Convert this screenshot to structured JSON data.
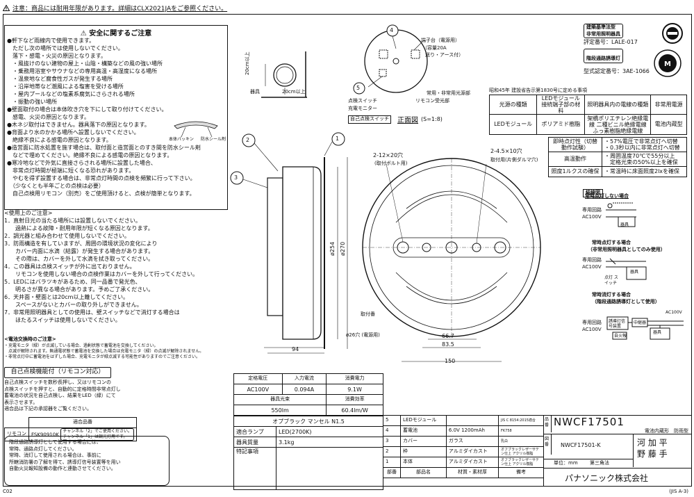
{
  "top_note": "注意：商品には耐用年限があります。詳細はCLX2021JAをご参照ください。",
  "safety": {
    "title": "安全に関するご注意",
    "lines": [
      "●軒下など雨線内で使用できます。",
      "　ただし次の場所では使用しないでください。",
      "　落下・感電・火災の原因となります。",
      "　・風抜けのない建物の屋上・山陰・構築などの風の強い場所",
      "　・乗務用浴室やサウナなどの専用高温・高湿度になる場所",
      "　・温泉地など腐食性ガスが発生する場所",
      "　・沿岸地帯など潮風による塩害を受ける場所",
      "　・屋内プールなどの塩素系腐気にさらされる場所",
      "　・振動の強い場所",
      "●壁面取付の場合は本体吹き穴を下にして取り付けてください。",
      "　感電、火災の原因となります。",
      "●木ネジ取付はできません。器具落下の原因となります。",
      "●背面より水のかかる場所へ設置しないでください。",
      "　絶縁不良による感電の原因となります。",
      "●造営面に防水処置を施す場合は、取付面と造営面とのすき間を防水シール剤",
      "　などで埋めてください。絶縁不良による感電の原因となります。",
      "●寒冷地などで外気に直接さらされる場所に設置した場合、",
      "　非常点灯時間が極端に短くなる恐れがあります。",
      "　やむを得ず設置する場合は、非常点灯時間の点検を頻繁に行って下さい。",
      "　（少なくとも半年ごとの点検は必要）",
      "　自己点検用リモコン（別売）をご使用頂けると、点検が簡単となります。"
    ],
    "gasket_label_1": "本体パッキン",
    "gasket_label_2": "防水シール剤"
  },
  "usage": {
    "title": "<使用上のご注意>",
    "lines": [
      "1．直射日光の当たる場所には設置しないでください。",
      "　　過熱による故障・耐用年限が短くなる原因となります。",
      "2．調光器と組み合わせて使用しないでください。",
      "3．防雨構造を有していますが、周囲の環境状況の変化により",
      "　　カバー内面に水滴（結露）が発生する場合があります。",
      "　　その際は、カバーを外して水滴を拭き取ってください。",
      "4．この器具は点検スイッチが外に出ておりません。",
      "　　リモコンを使用しない場合の点検作業はカバーを外して行ってください。",
      "5．LEDにはバラツキがあるため、同一品番で発光色、",
      "　　明るさが異なる場合があります。予めご了承ください。",
      "6．天井面・壁面とは20cm以上離してください。",
      "　　スペースがないとカバーの取り外しができません。",
      "7．非常用照明器具としての使用は、壁スイッチなどで消灯する場合は",
      "　　ほたるスイッチは使用しないでください。"
    ]
  },
  "battery_note": {
    "title": "<電池交換時のご注意>",
    "lines": [
      "・充電モニタ（緑）が点滅している場合、過剰状態で蓄電池を交換してください。",
      "　点滅が解除されます。無通電状態で蓄電池を交換した場合は充電モニタ（緑）の点滅が解除されません。",
      "・非常点灯中に蓄電池をはずした場合、充電モニタが緑点滅する可能性がありますのでご注意ください。"
    ]
  },
  "self_check": {
    "title": "自己点検機能付（リモコン対応）",
    "lines": [
      "自己点検スイッチを数秒長押し、又はリモコンの",
      "点検スイッチを押すと、自動的に定格時間非常点灯し",
      "蓄電池の状況を自己点検し、結果をLED（緑）にて",
      "表示させます。",
      "適合品は下記の承認器をご覧ください。"
    ],
    "remote_head": "適合品番",
    "remote_label": "リモコン",
    "remote_model": "FSK90910K",
    "remote_ch_1": "チャンネル「2」でご使用ください。",
    "remote_ch_2": "チャンネル「1」は調光灯用です。"
  },
  "footnote": {
    "lines": [
      "階段通路誘導灯として使用する場合には、",
      "常時、通路点灯してください。",
      "常時、消灯して使用される場合は、事前に",
      "所轄消防署の了解を得て、誘導灯信号装置等を用い",
      "自動火災報知設備の動作と連動させてください。"
    ]
  },
  "spec": {
    "h_voltage": "定格電圧",
    "h_current": "入力電流",
    "h_power": "消費電力",
    "voltage": "AC100V",
    "current": "0.094A",
    "power": "9.1W",
    "h_flux": "器具光束",
    "h_eff": "消費効率",
    "flux": "550lm",
    "eff": "60.4lm/W",
    "option_label": "オプブラック マンセル N1.5",
    "lamp_label": "適合ランプ",
    "lamp": "LED(2700K)",
    "weight_label": "器具質量",
    "weight": "3.1kg",
    "notes_label": "特記事項"
  },
  "parts": {
    "rows": [
      {
        "no": "5",
        "name": "LEDモジュール",
        "mat": "",
        "note": "JIS C 8154:2015適合"
      },
      {
        "no": "4",
        "name": "蓄電池",
        "mat": "6.0V 1200mAh",
        "note": "FK758"
      },
      {
        "no": "3",
        "name": "カバー",
        "mat": "ガラス",
        "note": "乳白"
      },
      {
        "no": "2",
        "name": "枠",
        "mat": "アルミダイカスト",
        "note": "オフブラックレザーサテン仕上 アクリル樹脂"
      },
      {
        "no": "1",
        "name": "本体",
        "mat": "アルミダイカスト",
        "note": "オフブラックレザーサテン仕上 アクリル樹脂"
      }
    ],
    "h_no": "部番",
    "h_name": "部品名",
    "h_mat": "材質・素材厚",
    "h_note": "備考",
    "h_partno": "品番",
    "h_figno": "図番"
  },
  "title_block": {
    "model": "NWCF17501",
    "type": "電池内蔵形　防雨型",
    "fig_no": "NWCF17501-K",
    "sign1": "河 加 平",
    "sign2": "野 藤 手",
    "unit": "単位：mm",
    "method": "第三角法",
    "company": "パナソニック株式会社"
  },
  "cert": {
    "box1_l1": "建築基準法型",
    "box1_l2": "非常用照明器具",
    "box1_no": "評定番号：LALE-017",
    "box2": "階段通路誘導灯",
    "box2_no": "型式認定番号：3AE-1066"
  },
  "law": {
    "title": "昭和45年 建設省告示第1830号に定める事項",
    "h_type": "光源の種類",
    "h_mat": "LEDモジュール接続端子部の材料",
    "h_wire": "照明器具内の電線の種類",
    "h_emerg": "非常用電源",
    "type": "LEDモジュール",
    "mat": "ポリアミド樹脂",
    "wire": "架橋ポリエチレン絶縁電線 二種ビニル絶縁電線 ふっ素樹脂絶縁電線",
    "emerg": "電池内蔵型"
  },
  "perf": {
    "r1_label": "即時点灯性（切替動作試験）",
    "r1_a": "・57%電圧で非常点灯へ切替",
    "r1_b": "・0.3秒以内に非常点灯へ切替",
    "r2_label": "高温動作",
    "r2_a": "・周囲温度70℃で55分以上",
    "r2_b": "　定格光束の50%以上を確保",
    "r3_label": "照度1ルクスの確保",
    "r3_a": "・常温時に床面照度2lxを確保"
  },
  "wiring": {
    "title": "結線図",
    "d1": "常時点灯しない場合",
    "d2a": "常時点灯する場合",
    "d2b": "（非常用照明器具としてのみ使用）",
    "d3a": "常時消灯する場合",
    "d3b": "（階段通路誘導灯として使用）",
    "power": "専用回路 AC100V",
    "power_r": "AC100V",
    "switch": "点灯 スイッチ",
    "eq": "器具",
    "relay": "中継器",
    "signal": "誘導灯信号装置",
    "fire": "自火報"
  },
  "drawing": {
    "dim_20cm_v": "20cm以上",
    "dim_20cm_h": "20cm以上",
    "fixture": "器具",
    "callout_4": "4",
    "callout_5": "5",
    "callout_1": "1",
    "callout_2": "2",
    "callout_3": "3",
    "terminal": "端子台（電源用）",
    "terminal_sub": "（容量20A",
    "terminal_sub2": "送り・アース付）",
    "light_recv": "常用・非常用光源部",
    "remote_recv": "リモコン受光部",
    "check_sw": "点検スイッチ",
    "charge_mon": "充電モニター",
    "self_sw": "自己点検スイッチ",
    "front_view": "正面図",
    "scale": "(S=1:8)",
    "hole1": "2-12×20穴",
    "hole1_sub": "(取付ボルト用)",
    "hole2": "2-4.5×10穴",
    "hole2_sub": "取付用(片側ダルマ穴)",
    "d254": "ø254",
    "d270": "ø270",
    "d94": "94",
    "mount": "取付番",
    "d26": "ø26穴 (電源用)",
    "d667": "66.7",
    "d835": "83.5",
    "d150": "150"
  },
  "corner_left": "C02",
  "corner_right": "(JIS A-3)"
}
